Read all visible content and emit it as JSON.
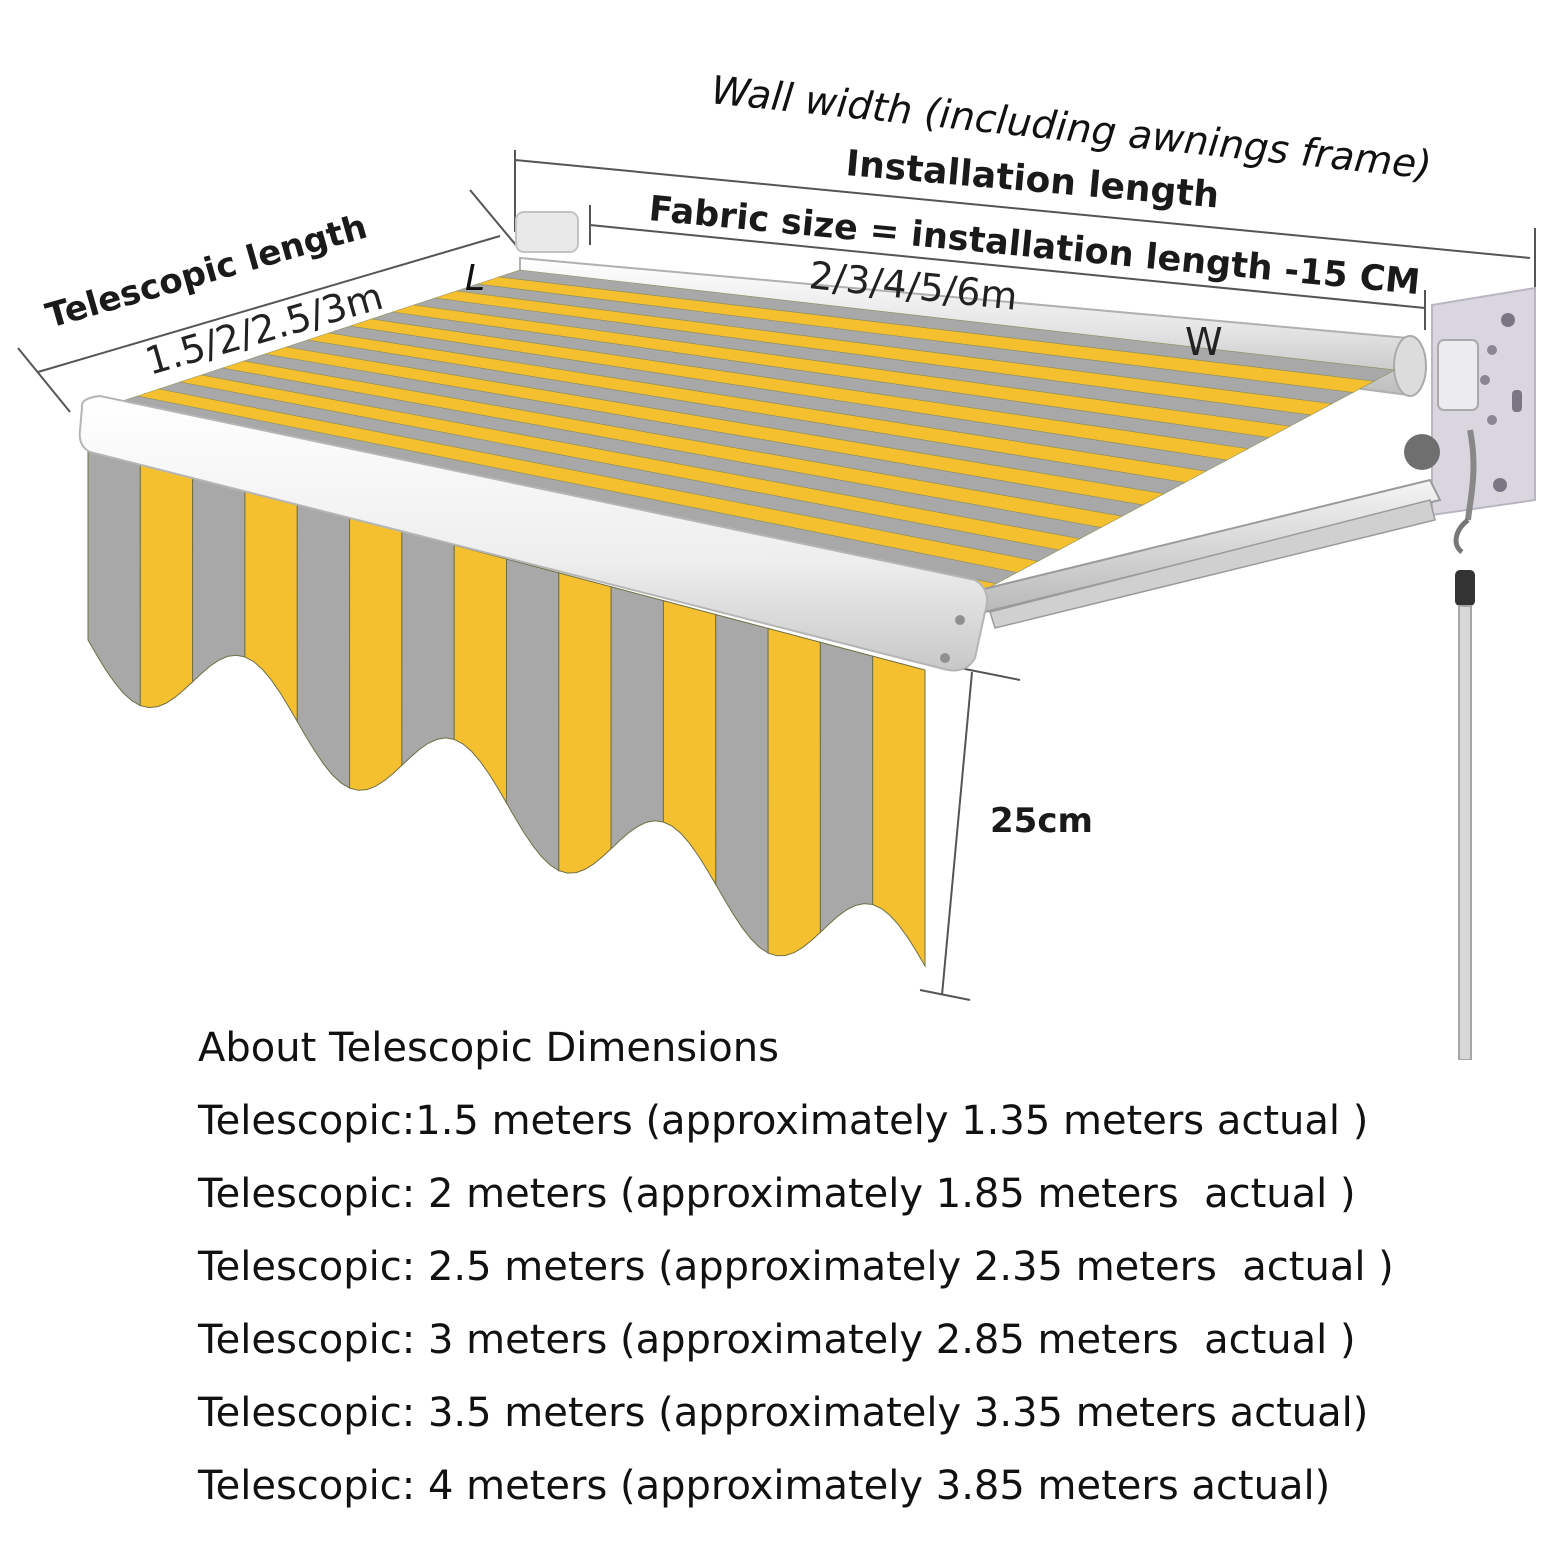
{
  "labels": {
    "wall_width": "Wall width (including awnings frame)",
    "installation_length": "Installation length",
    "fabric_size": "Fabric size = installation length -15 CM",
    "width_options": "2/3/4/5/6m",
    "w_marker": "W",
    "l_marker": "L",
    "telescopic_length": "Telescopic length",
    "telescopic_options": "1.5/2/2.5/3m",
    "valance_height": "25cm"
  },
  "notes": {
    "title": "About Telescopic Dimensions",
    "rows": [
      "Telescopic:1.5 meters (approximately 1.35 meters actual )",
      "Telescopic: 2 meters (approximately 1.85 meters  actual )",
      "Telescopic: 2.5 meters (approximately 2.35 meters  actual )",
      "Telescopic: 3 meters (approximately 2.85 meters  actual )",
      "Telescopic: 3.5 meters (approximately 3.35 meters actual)",
      "Telescopic: 4 meters (approximately 3.85 meters actual)"
    ]
  },
  "colors": {
    "stripe_yellow": "#f4c030",
    "stripe_grey": "#a8a8a8",
    "frame_white": "#f1f1f1",
    "dimension_line": "#555555"
  }
}
